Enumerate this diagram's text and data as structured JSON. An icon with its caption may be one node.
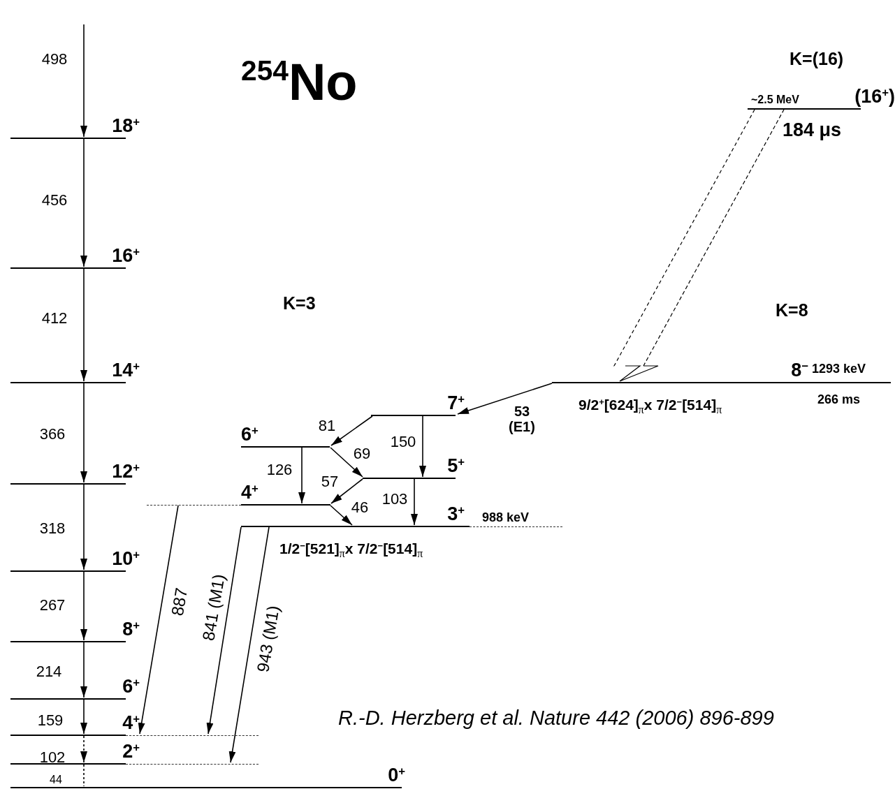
{
  "diagram": {
    "title": "$^{254}$No",
    "nodes": [
      {
        "text": [
          "18$^{+}$"
        ]
      },
      {
        "text": [
          "16$^{+}$"
        ]
      },
      {
        "text": [
          "14$^{+}$"
        ]
      },
      {
        "text": [
          "12$^{+}$"
        ]
      },
      {
        "text": [
          "10$^{+}$"
        ]
      },
      {
        "text": [
          "8$^{+}$"
        ]
      },
      {
        "text": [
          "6$^{+}$"
        ]
      },
      {
        "text": [
          "4$^{+}$"
        ]
      },
      {
        "text": [
          "2$^{+}$"
        ]
      },
      {
        "text": [
          "0$^{+}$"
        ]
      },
      {
        "text": [
          "7$^{+}$"
        ]
      },
      {
        "text": [
          "6$^{+}$"
        ]
      },
      {
        "text": [
          "5$^{+}$"
        ]
      },
      {
        "text": [
          "4$^{+}$"
        ]
      },
      {
        "text": [
          "3$^{+}$"
        ],
        "beside": [
          "988 keV",
          "1/2$^{−}$[521]$_{π}$x 7/2$^{−}$[514]$_{π}$"
        ]
      },
      {
        "text": [
          "8$^{−}$"
        ],
        "beside": [
          "1293 keV",
          "9/2$^{+}$[624]$_{π}$x 7/2$^{−}$[514]$_{π}$",
          "266 ms"
        ]
      },
      {
        "text": [
          "(16$^{+}$)"
        ],
        "beside": [
          "~2.5 MeV",
          "184 μs"
        ]
      }
    ],
    "edges": [
      {
        "from": null,
        "to": 0,
        "arrow": "to",
        "label": "498"
      },
      {
        "from": 0,
        "to": 1,
        "arrow": "to",
        "label": "456"
      },
      {
        "from": 1,
        "to": 2,
        "arrow": "to",
        "label": "412"
      },
      {
        "from": 2,
        "to": 3,
        "arrow": "to",
        "label": "366"
      },
      {
        "from": 3,
        "to": 4,
        "arrow": "to",
        "label": "318"
      },
      {
        "from": 4,
        "to": 5,
        "arrow": "to",
        "label": "267"
      },
      {
        "from": 5,
        "to": 6,
        "arrow": "to",
        "label": "214"
      },
      {
        "from": 6,
        "to": 7,
        "arrow": "to",
        "label": "159"
      },
      {
        "from": 7,
        "to": 8,
        "arrow": "to",
        "label": "102",
        "style": "dashed"
      },
      {
        "from": 8,
        "to": 9,
        "arrow": "none",
        "label": "44",
        "style": "dashed"
      },
      {
        "from": 16,
        "to": 15,
        "arrow": "to",
        "style": "dashed"
      },
      {
        "from": 15,
        "to": 10,
        "arrow": "to",
        "label": "53 (E1)"
      },
      {
        "from": 10,
        "to": 11,
        "arrow": "to",
        "label": "81"
      },
      {
        "from": 10,
        "to": 12,
        "arrow": "to",
        "label": "150"
      },
      {
        "from": 11,
        "to": 12,
        "arrow": "to",
        "label": "69"
      },
      {
        "from": 11,
        "to": 13,
        "arrow": "to",
        "label": "126"
      },
      {
        "from": 12,
        "to": 13,
        "arrow": "to",
        "label": "57"
      },
      {
        "from": 12,
        "to": 14,
        "arrow": "to",
        "label": "103"
      },
      {
        "from": 13,
        "to": 14,
        "arrow": "to",
        "label": "46"
      },
      {
        "from": 13,
        "to": 7,
        "arrow": "to",
        "label": "887"
      },
      {
        "from": 14,
        "to": 7,
        "arrow": "to",
        "label": "841 (M1)"
      },
      {
        "from": 14,
        "to": 8,
        "arrow": "to",
        "label": "943 (M1)"
      }
    ],
    "labels": [
      "K=(16)",
      "K=3",
      "K=8",
      "R.-D. Herzberg et al. Nature 442 (2006) 896-899"
    ]
  }
}
